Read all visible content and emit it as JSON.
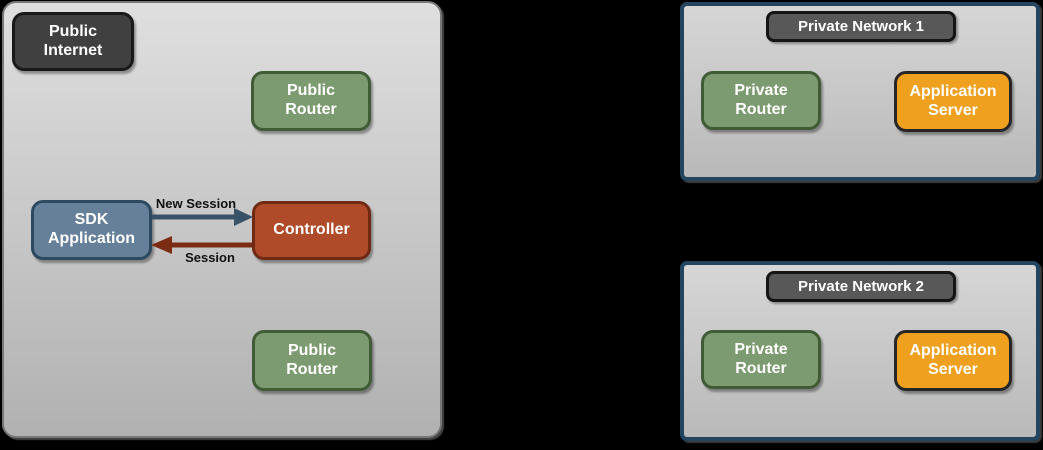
{
  "colors": {
    "page_bg": "#000000",
    "zone_bg_top": "#dfdfdf",
    "zone_bg_bottom": "#b1b1b1",
    "zone_border": "#787878",
    "network_border": "#24455f",
    "network_bg_top": "#d6d6d6",
    "network_bg_bottom": "#b9b9b9",
    "dark_node_bg": "#404040",
    "dark_node_border": "#191919",
    "title_bg": "#585858",
    "title_border": "#151515",
    "green_bg": "#7d9b70",
    "green_border": "#3f5c36",
    "slate_bg": "#67809a",
    "slate_border": "#2d4960",
    "rust_bg": "#b04b29",
    "rust_border": "#702a14",
    "orange_bg": "#f0a01f",
    "orange_border": "#262626",
    "arrow_new_session": "#3a5268",
    "arrow_session": "#7c2c12",
    "arrow_label_color": "#111111",
    "node_text": "#ffffff"
  },
  "public_zone": {
    "internet_label": "Public Internet",
    "router_top_label": "Public Router",
    "sdk_label": "SDK Application",
    "controller_label": "Controller",
    "router_bottom_label": "Public Router",
    "new_session_label": "New Session",
    "session_label": "Session"
  },
  "private_networks": [
    {
      "title": "Private Network 1",
      "router_label": "Private Router",
      "server_label": "Application Server"
    },
    {
      "title": "Private Network 2",
      "router_label": "Private Router",
      "server_label": "Application Server"
    }
  ]
}
